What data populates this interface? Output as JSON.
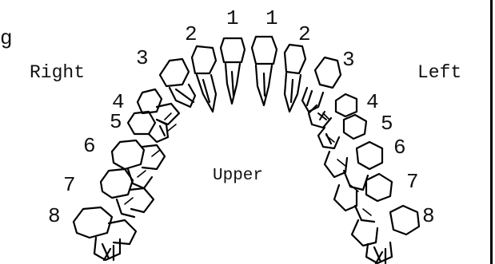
{
  "diagram": {
    "side_labels": {
      "right": "Right",
      "left": "Left"
    },
    "center_label": "Upper",
    "stray_letter": "g",
    "right_numbers": [
      "1",
      "2",
      "3",
      "4",
      "5",
      "6",
      "7",
      "8"
    ],
    "left_numbers": [
      "1",
      "2",
      "3",
      "4",
      "5",
      "6",
      "7",
      "8"
    ]
  }
}
